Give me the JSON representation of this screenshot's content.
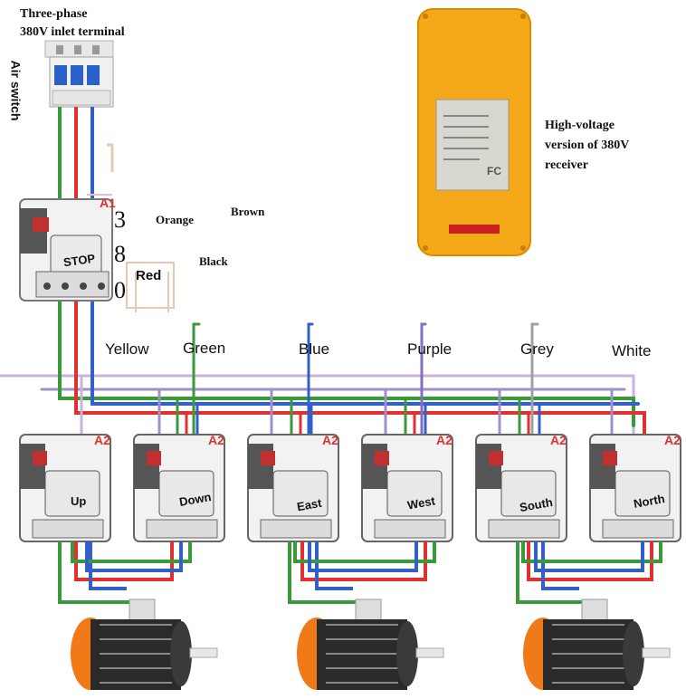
{
  "labels": {
    "inlet": "Three-phase\n380V inlet terminal",
    "air_switch": "Air switch",
    "receiver": "High-voltage\nversion of 380V\nreceiver",
    "digits": [
      "3",
      "8",
      "0"
    ],
    "orange": "Orange",
    "brown": "Brown",
    "black": "Black",
    "red": "Red",
    "stop": "STOP",
    "a1": "A1"
  },
  "channel_labels": [
    "Yellow",
    "Green",
    "Blue",
    "Purple",
    "Grey",
    "White"
  ],
  "contactors": [
    {
      "name": "Up",
      "coil": "A2"
    },
    {
      "name": "Down",
      "coil": "A2"
    },
    {
      "name": "East",
      "coil": "A2"
    },
    {
      "name": "West",
      "coil": "A2"
    },
    {
      "name": "South",
      "coil": "A2"
    },
    {
      "name": "North",
      "coil": "A2"
    }
  ],
  "receiver_panel": {
    "brand": "",
    "cert": "FC"
  },
  "colors": {
    "wire_green": "#3a9a3a",
    "wire_red": "#e03030",
    "wire_blue": "#3060c8",
    "wire_purple": "#9080c0",
    "wire_lilac": "#c8b4d8",
    "receiver_body": "#f5a818",
    "motor_orange": "#f07a18"
  },
  "motor_count": 3
}
